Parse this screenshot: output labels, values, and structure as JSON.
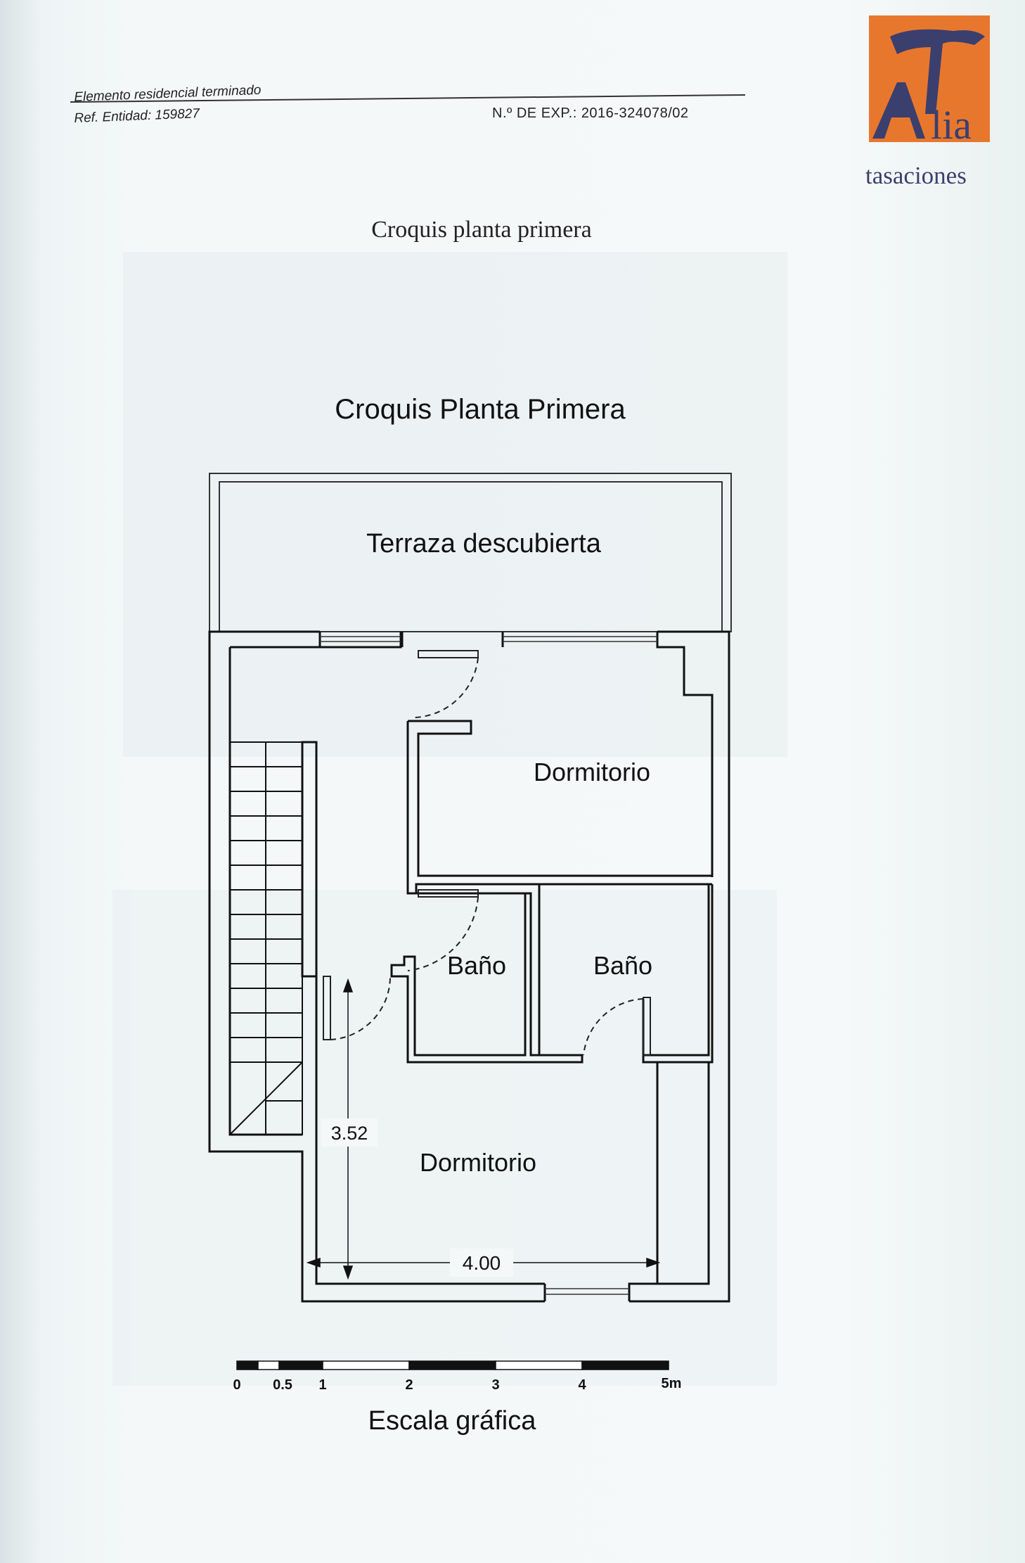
{
  "header": {
    "line1": "Elemento residencial terminado",
    "line2": "Ref. Entidad: 159827",
    "exp": "N.º DE EXP.: 2016-324078/02"
  },
  "logo": {
    "letters": "Alia",
    "subtitle": "tasaciones",
    "colors": {
      "orange": "#e8772e",
      "navy": "#3b3f6e"
    }
  },
  "document_title": "Croquis planta primera",
  "plan": {
    "title": "Croquis Planta Primera",
    "rooms": {
      "terrace": "Terraza descubierta",
      "bedroom_top": "Dormitorio",
      "bath_left": "Baño",
      "bath_right": "Baño",
      "bedroom_bottom": "Dormitorio"
    },
    "dimensions": {
      "height": "3.52",
      "width": "4.00"
    },
    "scale": {
      "ticks": [
        "0",
        "0.5",
        "1",
        "2",
        "3",
        "4",
        "5m"
      ],
      "caption": "Escala gráfica"
    }
  }
}
